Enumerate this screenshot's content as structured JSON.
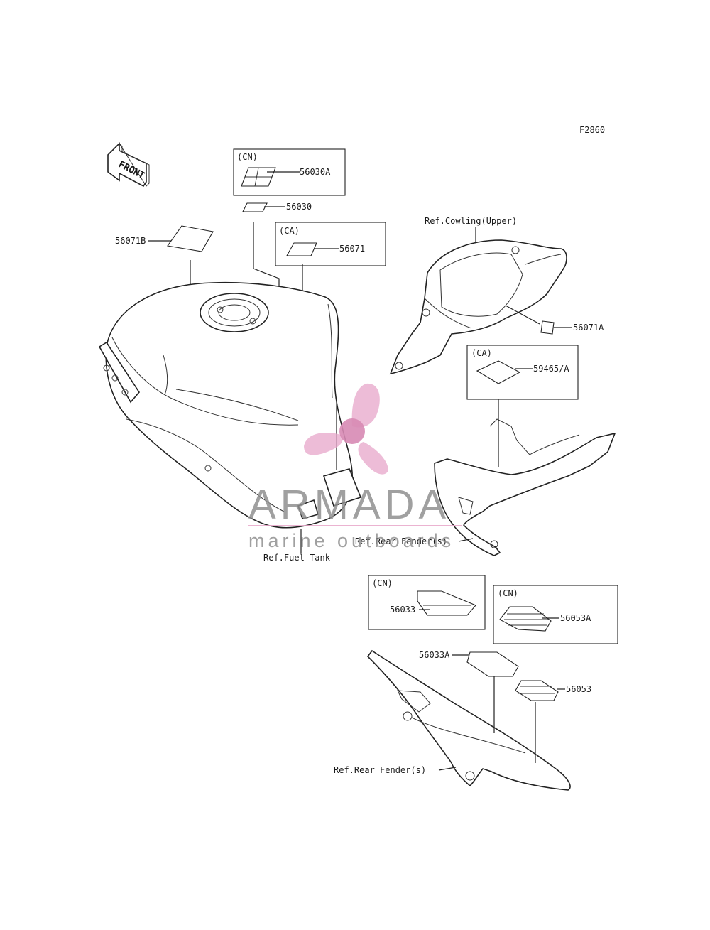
{
  "diagram": {
    "figure_code": "F2860",
    "front_arrow": "FRONT",
    "labels": {
      "p56030A": "56030A",
      "p56030": "56030",
      "p56071B": "56071B",
      "p56071": "56071",
      "p56071A": "56071A",
      "p59465A": "59465/A",
      "p56033": "56033",
      "p56053A": "56053A",
      "p56033A": "56033A",
      "p56053": "56053"
    },
    "region_tags": {
      "cn_top": "(CN)",
      "ca_mid": "(CA)",
      "ca_right": "(CA)",
      "cn_lower_left": "(CN)",
      "cn_lower_right": "(CN)"
    },
    "references": {
      "cowling_upper": "Ref.Cowling(Upper)",
      "fuel_tank": "Ref.Fuel Tank",
      "rear_fender_mid": "Ref.Rear Fender(s)",
      "rear_fender_bottom": "Ref.Rear Fender(s)"
    }
  },
  "watermark": {
    "brand": "ARMADA",
    "tagline": "marine outboards",
    "accent_color": "#e7a6c9",
    "accent_dark": "#d789b4",
    "gray": "#8f8f8f"
  }
}
